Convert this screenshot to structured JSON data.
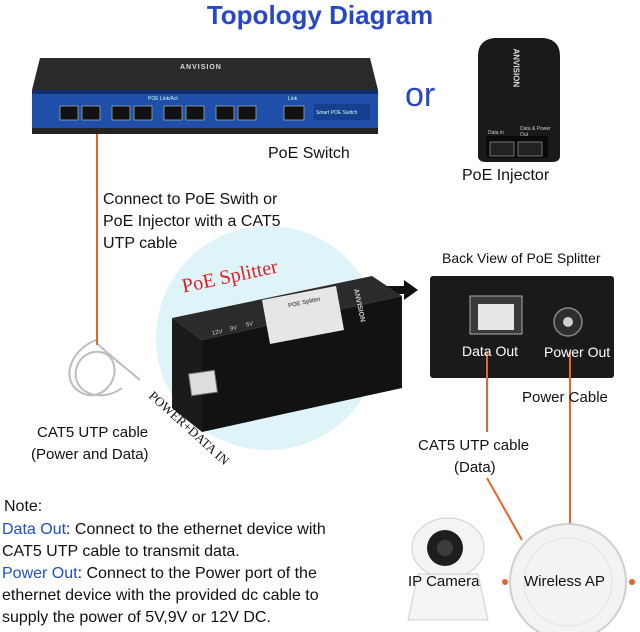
{
  "title": "Topology Diagram",
  "or_text": "or",
  "devices": {
    "poe_switch": {
      "label": "PoE Switch",
      "brand": "ANVISION",
      "model": "Smart POE Switch",
      "ports_label": "POE Link/Act",
      "uplink_label": "Link"
    },
    "poe_injector": {
      "label": "PoE Injector",
      "brand": "ANVISION",
      "port_data_in": "Data in",
      "port_data_out": "Data & Power Out"
    },
    "poe_splitter": {
      "label": "PoE Splitter",
      "brand": "ANVISION",
      "port_label": "POWER+DATA IN",
      "led_12v": "12V",
      "led_9v": "9V",
      "led_5v": "5V",
      "sticker": "POE Splitter"
    },
    "splitter_back": {
      "heading": "Back View of PoE Splitter",
      "data_out": "Data Out",
      "power_out": "Power Out"
    },
    "ip_camera": {
      "label": "IP Camera"
    },
    "wireless_ap": {
      "label": "Wireless AP"
    }
  },
  "connections": {
    "switch_cable_text": [
      "Connect to PoE Swith or",
      "PoE Injector with a CAT5",
      "UTP cable"
    ],
    "cat5_power_data": [
      "CAT5 UTP cable",
      "(Power and Data)"
    ],
    "power_cable": "Power Cable",
    "cat5_data": [
      "CAT5 UTP cable",
      "(Data)"
    ]
  },
  "note": {
    "heading": "Note:",
    "data_out_term": "Data Out",
    "data_out_text_1": ": Connect to the ethernet device with",
    "data_out_text_2": "CAT5 UTP cable to transmit data.",
    "power_out_term": "Power Out",
    "power_out_text_1": ": Connect to the Power port of the",
    "power_out_text_2": "ethernet device with the provided dc cable to",
    "power_out_text_3": "supply the power of 5V,9V or 12V DC."
  },
  "colors": {
    "title": "#2746c8",
    "note_term": "#1f4fc8",
    "cable": "#e8622c",
    "splitter_label": "#e01e1e",
    "switch_panel": "#1f4fa8"
  }
}
